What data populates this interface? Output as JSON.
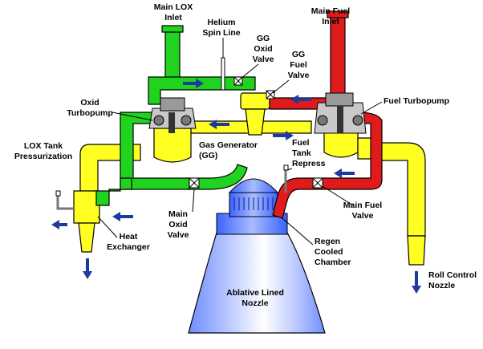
{
  "colors": {
    "lox": "#1fd31f",
    "fuel": "#e01b1b",
    "gas": "#ffff22",
    "nozzle_light": "#ffffff",
    "nozzle_dark": "#8aa3ff",
    "arrow": "#1f3a9e",
    "outline": "#000000"
  },
  "labels": {
    "main_lox_inlet": [
      "Main LOX",
      "Inlet"
    ],
    "helium_spin_line": [
      "Helium",
      "Spin Line"
    ],
    "gg_oxid_valve": [
      "GG",
      "Oxid",
      "Valve"
    ],
    "gg_fuel_valve": [
      "GG",
      "Fuel",
      "Valve"
    ],
    "main_fuel_inlet": [
      "Main Fuel",
      "Inlet"
    ],
    "oxid_turbopump": [
      "Oxid",
      "Turbopump"
    ],
    "fuel_turbopump": [
      "Fuel Turbopump"
    ],
    "lox_tank_pressurization": [
      "LOX Tank",
      "Pressurization"
    ],
    "gas_generator": [
      "Gas Generator",
      "(GG)"
    ],
    "fuel_tank_repress": [
      "Fuel",
      "Tank",
      "Repress"
    ],
    "main_oxid_valve": [
      "Main",
      "Oxid",
      "Valve"
    ],
    "main_fuel_valve": [
      "Main Fuel",
      "Valve"
    ],
    "heat_exchanger": [
      "Heat",
      "Exchanger"
    ],
    "regen_cooled_chamber": [
      "Regen",
      "Cooled",
      "Chamber"
    ],
    "roll_control_nozzle": [
      "Roll Control",
      "Nozzle"
    ],
    "ablative_lined_nozzle": [
      "Ablative Lined",
      "Nozzle"
    ]
  },
  "icons": [
    "flow-arrow-icon",
    "valve-x-icon"
  ]
}
